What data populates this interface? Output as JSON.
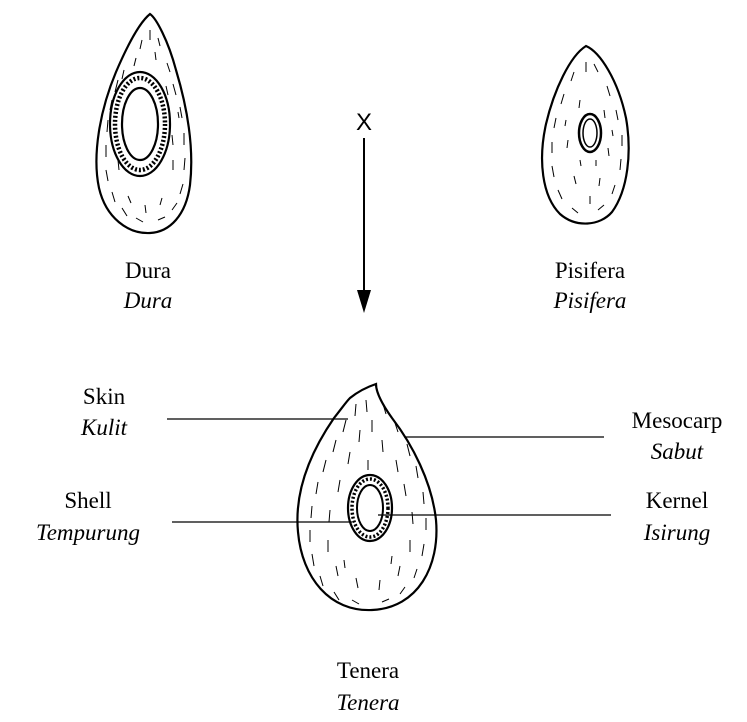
{
  "cross_symbol": "X",
  "fruits": {
    "dura": {
      "name": "Dura",
      "local_name": "Dura"
    },
    "pisifera": {
      "name": "Pisifera",
      "local_name": "Pisifera"
    },
    "tenera": {
      "name": "Tenera",
      "local_name": "Tenera"
    }
  },
  "parts": {
    "skin": {
      "name": "Skin",
      "local_name": "Kulit"
    },
    "shell": {
      "name": "Shell",
      "local_name": "Tempurung"
    },
    "mesocarp": {
      "name": "Mesocarp",
      "local_name": "Sabut"
    },
    "kernel": {
      "name": "Kernel",
      "local_name": "Isirung"
    }
  },
  "colors": {
    "ink": "#000000",
    "background": "#ffffff"
  }
}
